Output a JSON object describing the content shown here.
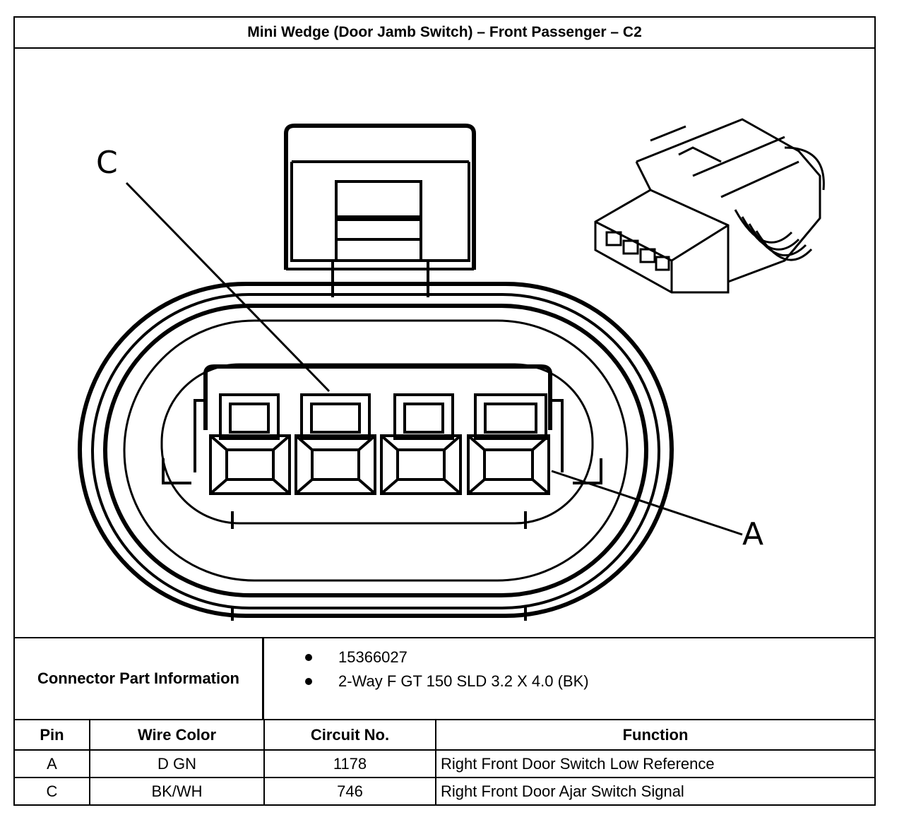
{
  "title": "Mini Wedge (Door Jamb Switch) – Front Passenger – C2",
  "callouts": {
    "c": "C",
    "a": "A"
  },
  "connector_info": {
    "label": "Connector Part Information",
    "items": [
      "15366027",
      "2-Way F GT 150 SLD 3.2 X 4.0 (BK)"
    ]
  },
  "pin_table": {
    "headers": [
      "Pin",
      "Wire Color",
      "Circuit No.",
      "Function"
    ],
    "rows": [
      {
        "pin": "A",
        "wire_color": "D GN",
        "circuit": "1178",
        "function": "Right Front Door Switch Low Reference"
      },
      {
        "pin": "C",
        "wire_color": "BK/WH",
        "circuit": "746",
        "function": "Right Front Door Ajar Switch Signal"
      }
    ]
  }
}
